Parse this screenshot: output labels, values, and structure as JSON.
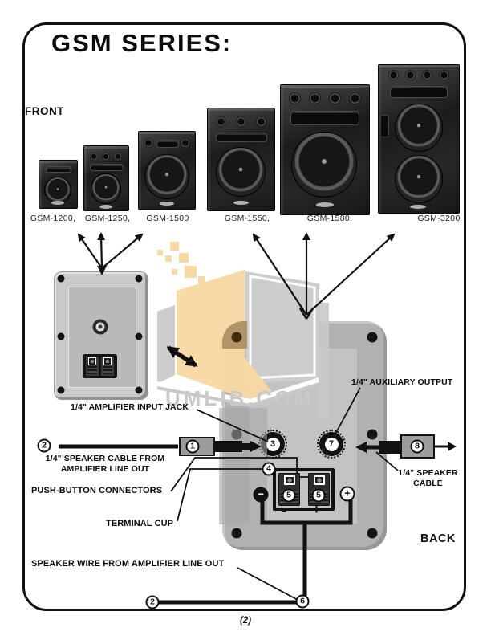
{
  "page": {
    "title": "GSM SERIES:",
    "number": "(2)"
  },
  "front": {
    "label": "FRONT",
    "models": [
      "GSM-1200,",
      "GSM-1250,",
      "GSM-1500",
      "GSM-1550,",
      "GSM-1580,",
      "GSM-3200"
    ]
  },
  "back": {
    "label": "BACK"
  },
  "watermark": {
    "text": "UMLIB.COM"
  },
  "callouts": {
    "amp_input_jack": "1/4\" AMPLIFIER INPUT JACK",
    "aux_output": "1/4\" AUXILIARY OUTPUT",
    "cable_from_amp_1": "1/4\" SPEAKER CABLE FROM",
    "cable_from_amp_2": "AMPLIFIER LINE OUT",
    "push_button_connectors": "PUSH-BUTTON CONNECTORS",
    "terminal_cup": "TERMINAL CUP",
    "speaker_cable_1": "1/4\" SPEAKER",
    "speaker_cable_2": "CABLE",
    "speaker_wire": "SPEAKER WIRE FROM AMPLIFIER LINE OUT"
  },
  "markers": {
    "cable_plug": "1",
    "speaker_cable": "2",
    "input_jack": "3",
    "terminal_cup": "4",
    "push_button": "5",
    "wire_junction": "6",
    "aux_output": "7",
    "speaker_cable_b": "8"
  },
  "terminal": {
    "neg_badge": "−",
    "pos_badge": "+",
    "neg": "-",
    "pos": "+"
  },
  "colors": {
    "watermark_peach": "#f7d9a4",
    "panel_gray": "#b1b1b1",
    "line_black": "#111111"
  }
}
